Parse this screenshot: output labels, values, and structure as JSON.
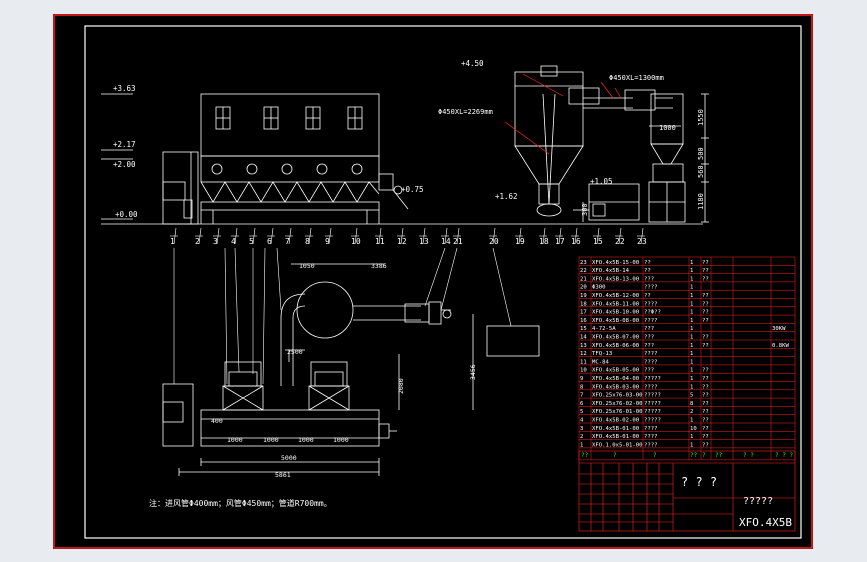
{
  "colors": {
    "background": "#000000",
    "outer_frame": "#ff2020",
    "inner_frame": "#ffffff",
    "table_lines": "#ff2020",
    "table_text": "#ffffff",
    "green": "#00ff00",
    "dimension": "#ffffff"
  },
  "elevations": [
    "+3.63",
    "+2.17",
    "+2.00",
    "+0.00",
    "+0.75",
    "+4.50",
    "+1.62",
    "+1.05"
  ],
  "callout_numbers": [
    "1",
    "2",
    "3",
    "4",
    "5",
    "6",
    "7",
    "8",
    "9",
    "10",
    "11",
    "12",
    "13",
    "14",
    "21",
    "20",
    "19",
    "18",
    "17",
    "16",
    "15",
    "22",
    "23"
  ],
  "dimensions": {
    "duct_1": "Φ450XL=1300mm",
    "duct_2": "Φ450XL=2269mm",
    "h1": "1000",
    "h2": "1550",
    "h3": "500",
    "h4": "560",
    "h5": "1180",
    "h6": "300",
    "plan_1050": "1050",
    "plan_3386": "3386",
    "plan_2500": "2500",
    "plan_2080": "2080",
    "plan_3456": "3456",
    "plan_400": "400",
    "plan_1000": "1000",
    "plan_5000": "5000",
    "plan_5861": "5861"
  },
  "note": "注：进风管Φ400mm；风管Φ450mm；管道R700mm。",
  "bom": [
    {
      "no": "23",
      "code": "XFO.4x5B-15-00",
      "name": "??",
      "qty": "1",
      "mat": "??",
      "remark": ""
    },
    {
      "no": "22",
      "code": "XFO.4x5B-14",
      "name": "??",
      "qty": "1",
      "mat": "??",
      "remark": ""
    },
    {
      "no": "21",
      "code": "XFO.4x5B-13-00",
      "name": "???",
      "qty": "1",
      "mat": "??",
      "remark": ""
    },
    {
      "no": "20",
      "code": "Φ300",
      "name": "????",
      "qty": "1",
      "mat": "",
      "remark": ""
    },
    {
      "no": "19",
      "code": "XFO.4x5B-12-00",
      "name": "??",
      "qty": "1",
      "mat": "??",
      "remark": ""
    },
    {
      "no": "18",
      "code": "XFO.4x5B-11-00",
      "name": "????",
      "qty": "1",
      "mat": "??",
      "remark": ""
    },
    {
      "no": "17",
      "code": "XFO.4x5B-10-00",
      "name": "??Φ??",
      "qty": "1",
      "mat": "??",
      "remark": ""
    },
    {
      "no": "16",
      "code": "XFO.4x5B-08-00",
      "name": "????",
      "qty": "1",
      "mat": "??",
      "remark": ""
    },
    {
      "no": "15",
      "code": "4-72-5A",
      "name": "???",
      "qty": "1",
      "mat": "",
      "remark": "30KW"
    },
    {
      "no": "14",
      "code": "XFO.4x5B-07-00",
      "name": "???",
      "qty": "1",
      "mat": "??",
      "remark": ""
    },
    {
      "no": "13",
      "code": "XFO.4x5B-06-00",
      "name": "???",
      "qty": "1",
      "mat": "??",
      "remark": "0.8KW"
    },
    {
      "no": "12",
      "code": "TFQ-13",
      "name": "????",
      "qty": "1",
      "mat": "",
      "remark": ""
    },
    {
      "no": "11",
      "code": "MC-84",
      "name": "????",
      "qty": "1",
      "mat": "",
      "remark": ""
    },
    {
      "no": "10",
      "code": "XFO.4x5B-05-00",
      "name": "???",
      "qty": "1",
      "mat": "??",
      "remark": ""
    },
    {
      "no": "9",
      "code": "XFO.4x5B-04-00",
      "name": "?????",
      "qty": "1",
      "mat": "??",
      "remark": ""
    },
    {
      "no": "8",
      "code": "XFO.4x5B-03-00",
      "name": "????",
      "qty": "1",
      "mat": "??",
      "remark": ""
    },
    {
      "no": "7",
      "code": "XFO.25x76-03-00",
      "name": "?????",
      "qty": "5",
      "mat": "??",
      "remark": ""
    },
    {
      "no": "6",
      "code": "XFO.25x76-02-00",
      "name": "?????",
      "qty": "8",
      "mat": "??",
      "remark": ""
    },
    {
      "no": "5",
      "code": "XFO.25x76-01-00",
      "name": "?????",
      "qty": "2",
      "mat": "??",
      "remark": ""
    },
    {
      "no": "4",
      "code": "XFO.4x5B-02-00",
      "name": "?????",
      "qty": "1",
      "mat": "??",
      "remark": ""
    },
    {
      "no": "3",
      "code": "XFO.4x5B-01-00",
      "name": "????",
      "qty": "10",
      "mat": "??",
      "remark": ""
    },
    {
      "no": "2",
      "code": "XFO.4x5B-01-00",
      "name": "????",
      "qty": "1",
      "mat": "??",
      "remark": ""
    },
    {
      "no": "1",
      "code": "XFO.1.0x5-01-00",
      "name": "????",
      "qty": "1",
      "mat": "??",
      "remark": ""
    }
  ],
  "bom_header": [
    "??",
    "?",
    "?",
    "??",
    "?",
    "??",
    "? ?",
    "? ? ?"
  ],
  "title_block": {
    "name_marks": "? ? ?",
    "company": "?????",
    "drawing_no": "XFO.4X5B"
  }
}
